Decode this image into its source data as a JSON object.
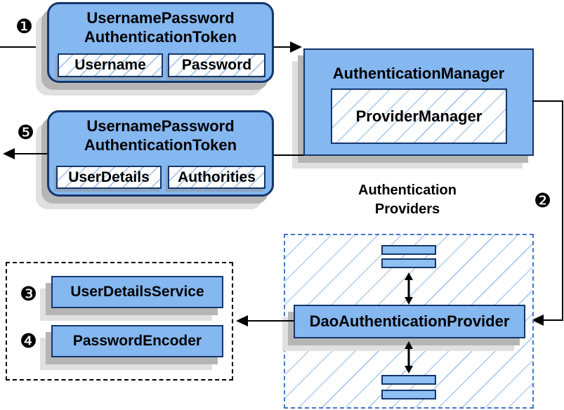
{
  "colors": {
    "box_fill": "#85B7F0",
    "box_border": "#14366B",
    "dashed_blue_border": "#4477C8",
    "hatch_line": "#A9C9EC",
    "shadow": "#B5B5B5",
    "arrow": "#000000"
  },
  "step_markers": {
    "step1": "❶",
    "step2": "❷",
    "step3": "❸",
    "step4": "❹",
    "step5": "❺"
  },
  "request_token": {
    "title_line1": "UsernamePassword",
    "title_line2": "AuthenticationToken",
    "field1": "Username",
    "field2": "Password"
  },
  "auth_manager": {
    "title": "AuthenticationManager",
    "inner": "ProviderManager"
  },
  "result_token": {
    "title_line1": "UsernamePassword",
    "title_line2": "AuthenticationToken",
    "field1": "UserDetails",
    "field2": "Authorities"
  },
  "providers_group": {
    "title_line1": "Authentication",
    "title_line2": "Providers",
    "provider": "DaoAuthenticationProvider"
  },
  "services_group": {
    "service1": "UserDetailsService",
    "service2": "PasswordEncoder"
  }
}
